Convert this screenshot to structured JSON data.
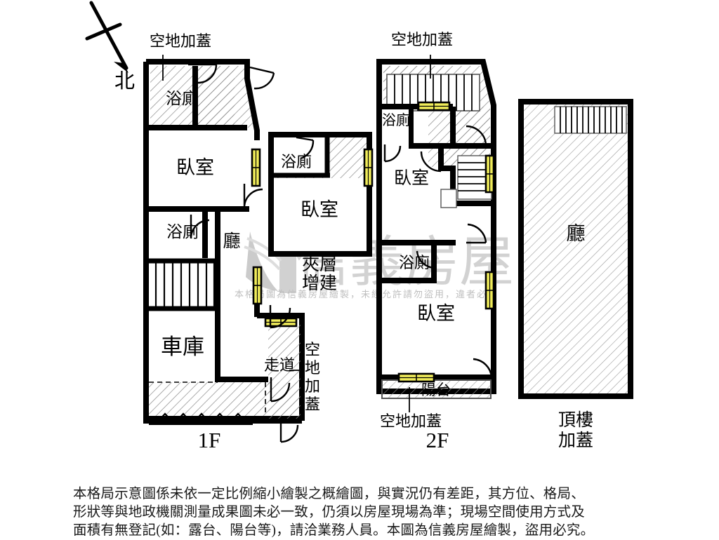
{
  "document": {
    "type": "real-estate-floor-plan",
    "compass": {
      "label": "北",
      "direction": "arrow pointing down-right"
    },
    "watermark": {
      "brand": "信義房屋",
      "notice": "本格局圖為信義房屋繪製，未經允許請勿盜用，違者必究"
    },
    "disclaimer": "本格局示意圖係未依一定比例縮小繪製之概繪圖，與實況仍有差距，其方位、格局、\n形狀等與地政機關測量成果圖未必一致，仍須以房屋現場為準；現場空間使用方式及\n面積有無登記(如：露台、陽台等)，請洽業務人員。本圖為信義房屋繪製，盜用必究。"
  },
  "floors": [
    {
      "id": "1f",
      "label": "1F",
      "rooms": [
        {
          "name": "浴廁",
          "key": "bath-top"
        },
        {
          "name": "臥室",
          "key": "bedroom-left"
        },
        {
          "name": "浴廁",
          "key": "bath-left"
        },
        {
          "name": "廳",
          "key": "living"
        },
        {
          "name": "車庫",
          "key": "garage"
        },
        {
          "name": "浴廁",
          "key": "bath-mezz"
        },
        {
          "name": "臥室",
          "key": "bedroom-mezz"
        },
        {
          "name": "夾層\n增建",
          "key": "mezzanine"
        },
        {
          "name": "走道",
          "key": "corridor"
        }
      ],
      "callouts": [
        {
          "text": "空地加蓋",
          "key": "open-cover-top"
        },
        {
          "text": "空地加蓋",
          "key": "open-cover-right"
        }
      ]
    },
    {
      "id": "2f",
      "label": "2F",
      "rooms": [
        {
          "name": "浴廁",
          "key": "bath-upper"
        },
        {
          "name": "臥室",
          "key": "bedroom-upper"
        },
        {
          "name": "浴廁",
          "key": "bath-lower"
        },
        {
          "name": "臥室",
          "key": "bedroom-lower"
        },
        {
          "name": "陽台",
          "key": "balcony"
        }
      ],
      "callouts": [
        {
          "text": "空地加蓋",
          "key": "open-cover-top-2f"
        },
        {
          "text": "空地加蓋",
          "key": "open-cover-bottom-2f"
        }
      ]
    },
    {
      "id": "roof",
      "label": "頂樓\n加蓋",
      "rooms": [
        {
          "name": "廳",
          "key": "roof-living"
        }
      ],
      "callouts": []
    }
  ],
  "labels": {
    "f1": "1F",
    "f2": "2F",
    "roof_line1": "頂樓",
    "roof_line2": "加蓋",
    "north": "北",
    "bath": "浴廁",
    "bedroom": "臥室",
    "living": "廳",
    "garage": "車庫",
    "corridor": "走道",
    "balcony": "陽台",
    "mezz_line1": "夾層",
    "mezz_line2": "增建",
    "open_cover": "空地加蓋",
    "open_cover_c1": "空",
    "open_cover_c2": "地",
    "open_cover_c3": "加",
    "open_cover_c4": "蓋"
  },
  "colors": {
    "wall": "#000000",
    "window": "#f0ec5a",
    "hatch": "#7a7a7a",
    "background": "#ffffff",
    "watermark": "#b9b9b9",
    "text": "#000000"
  }
}
